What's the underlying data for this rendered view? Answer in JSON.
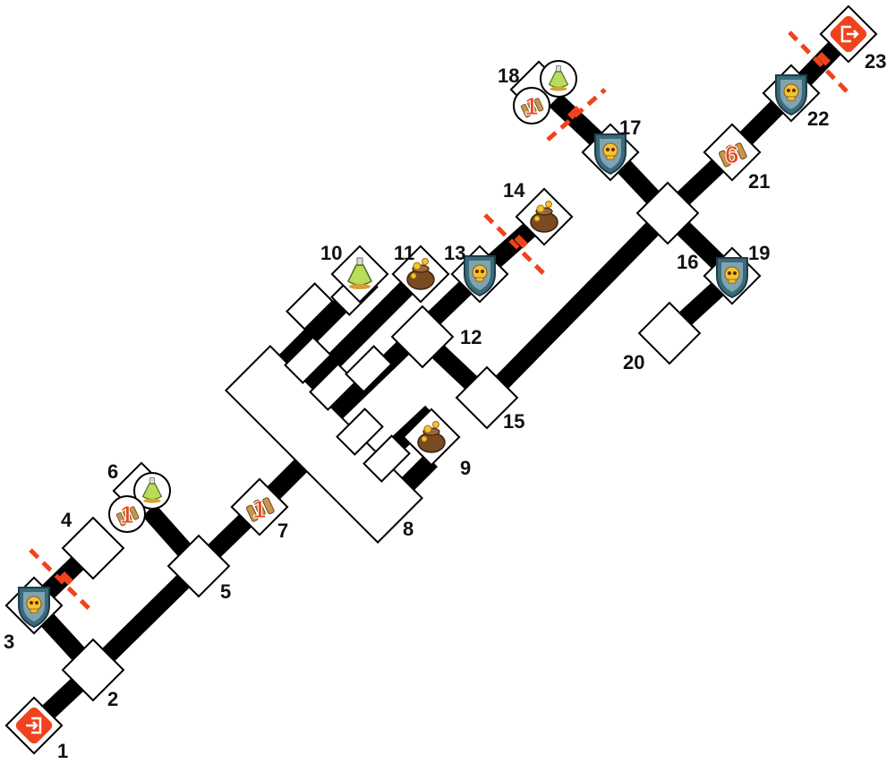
{
  "map": {
    "nodes": [
      {
        "id": "1",
        "label": "1",
        "kind": "entrance"
      },
      {
        "id": "2",
        "label": "2",
        "kind": "room"
      },
      {
        "id": "3",
        "label": "3",
        "kind": "shield"
      },
      {
        "id": "4",
        "label": "4",
        "kind": "room"
      },
      {
        "id": "5",
        "label": "5",
        "kind": "room"
      },
      {
        "id": "6",
        "label": "6",
        "kind": "potion-and-weapon"
      },
      {
        "id": "7",
        "label": "7",
        "kind": "weapon",
        "count": "1"
      },
      {
        "id": "8",
        "label": "8",
        "kind": "hall"
      },
      {
        "id": "9",
        "label": "9",
        "kind": "treasure"
      },
      {
        "id": "10",
        "label": "10",
        "kind": "potion"
      },
      {
        "id": "11",
        "label": "11",
        "kind": "treasure"
      },
      {
        "id": "12",
        "label": "12",
        "kind": "room"
      },
      {
        "id": "13",
        "label": "13",
        "kind": "shield"
      },
      {
        "id": "14",
        "label": "14",
        "kind": "treasure"
      },
      {
        "id": "15",
        "label": "15",
        "kind": "room"
      },
      {
        "id": "16",
        "label": "16",
        "kind": "room"
      },
      {
        "id": "17",
        "label": "17",
        "kind": "shield"
      },
      {
        "id": "18",
        "label": "18",
        "kind": "potion-and-weapon"
      },
      {
        "id": "19",
        "label": "19",
        "kind": "shield"
      },
      {
        "id": "20",
        "label": "20",
        "kind": "room"
      },
      {
        "id": "21",
        "label": "21",
        "kind": "weapon",
        "count": "6"
      },
      {
        "id": "22",
        "label": "22",
        "kind": "shield"
      },
      {
        "id": "23",
        "label": "23",
        "kind": "exit"
      }
    ],
    "weapon_counts": {
      "node6": "1",
      "node7": "1",
      "node18": "1",
      "node21": "6"
    },
    "colors": {
      "accent": "#f0421c",
      "corridor": "#000000",
      "room_fill": "#ffffff",
      "shield": "#3b6a7a",
      "skull": "#f4c430"
    }
  }
}
